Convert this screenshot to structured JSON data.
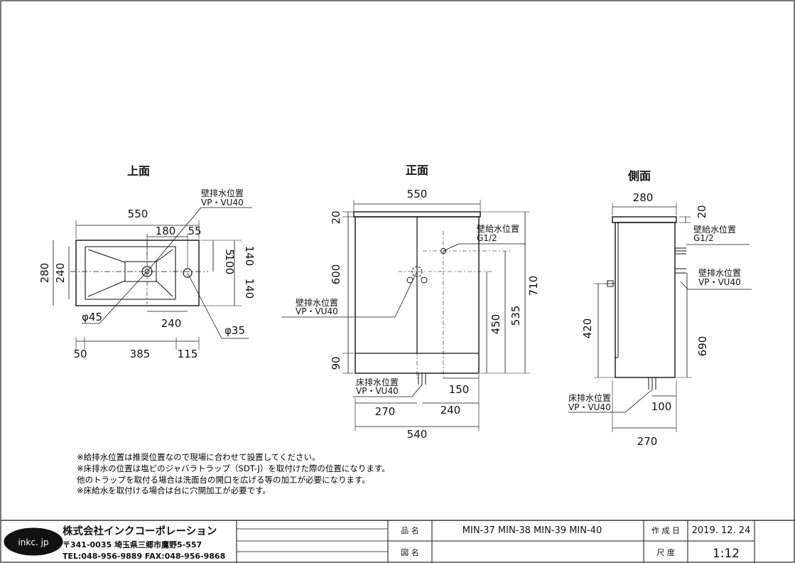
{
  "views": {
    "top": {
      "title": "上面",
      "dims": {
        "width": "550",
        "d180": "180",
        "d55": "55",
        "d5": "5",
        "d100": "100",
        "d140a": "140",
        "d140b": "140",
        "h280": "280",
        "h240": "240",
        "d240": "240",
        "d50": "50",
        "d385": "385",
        "d115": "115",
        "phi45": "φ45",
        "phi35": "φ35"
      },
      "drain_label": {
        "line1": "壁排水位置",
        "line2": "VP・VU40"
      }
    },
    "front": {
      "title": "正面",
      "dims": {
        "width": "550",
        "d20": "20",
        "d600": "600",
        "d90": "90",
        "d710": "710",
        "d535": "535",
        "d450": "450",
        "d150": "150",
        "d270": "270",
        "d240": "240",
        "d540": "540"
      },
      "supply_label": {
        "line1": "壁給水位置",
        "line2": "G1/2"
      },
      "wall_drain_label": {
        "line1": "壁排水位置",
        "line2": "VP・VU40"
      },
      "floor_drain_label": {
        "line1": "床排水位置",
        "line2": "VP・VU40"
      }
    },
    "side": {
      "title": "側面",
      "dims": {
        "width": "280",
        "d20": "20",
        "d420": "420",
        "d690": "690",
        "d100": "100",
        "d270": "270"
      },
      "supply_label": {
        "line1": "壁給水位置",
        "line2": "G1/2"
      },
      "wall_drain_label": {
        "line1": "壁排水位置",
        "line2": "VP・VU40"
      },
      "floor_drain_label": {
        "line1": "床排水位置",
        "line2": "VP・VU40"
      }
    }
  },
  "notes": [
    "※給排水位置は推奨位置なので現場に合わせて設置してください。",
    "※床排水の位置は塩ビのジャバラトラップ（SDT-J）を取付けた際の位置になります。",
    "他のトラップを取付る場合は洗面台の開口を広げる等の加工が必要になります。",
    "※床給水を取付ける場合は台に穴開加工が必要です。"
  ],
  "title_block": {
    "logo_text": "inkc. jp",
    "company": "株式会社インクコーポレーション",
    "address": "〒341-0035 埼玉県三郷市鷹野5-557",
    "contact": "TEL:048-956-9889 FAX:048-956-9868",
    "product_name_label": "品 名",
    "product_name_value": "MIN-37  MIN-38  MIN-39  MIN-40",
    "drawing_name_label": "図 名",
    "drawing_name_value": "",
    "date_label": "作 成 日",
    "date_value": "2019. 12. 24",
    "scale_label": "尺 度",
    "scale_value": "1:12"
  }
}
